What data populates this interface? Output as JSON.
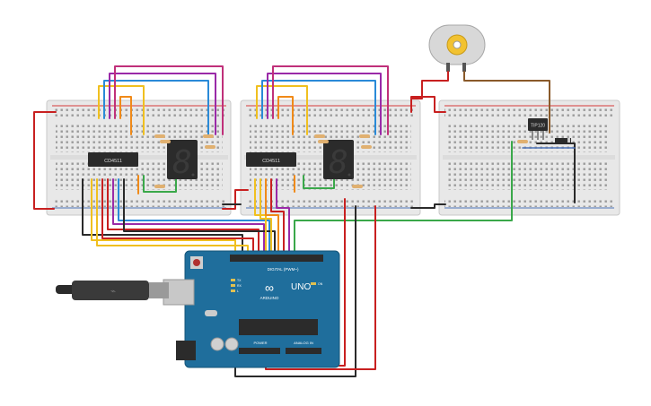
{
  "circuit": {
    "chips": [
      {
        "label": "CD4511"
      },
      {
        "label": "CD4511"
      }
    ],
    "transistor": {
      "label": "TIP120"
    },
    "arduino": {
      "logo_text": "UNO",
      "brand_text": "ARDUINO",
      "digital_header": "DIGITAL (PWM~)",
      "power_header": "POWER",
      "analog_header": "ANALOG IN",
      "side_labels": [
        "TX",
        "RX",
        "ON",
        "L"
      ]
    },
    "display_digit": "8",
    "colors": {
      "breadboard": "#e9e9e9",
      "board_rail_red": "#d63a3a",
      "board_rail_blue": "#4c73b8",
      "arduino": "#1f6e9c",
      "wire_red": "#c82020",
      "wire_black": "#2a2a2a",
      "wire_yellow": "#f0c020",
      "wire_orange": "#f08a18",
      "wire_purple": "#9a2aa8",
      "wire_magenta": "#c0307a",
      "wire_blue": "#2a8ad8",
      "wire_green": "#3aa84a",
      "wire_brown": "#8a5a2a",
      "wire_gray": "#8a8a8a"
    }
  }
}
